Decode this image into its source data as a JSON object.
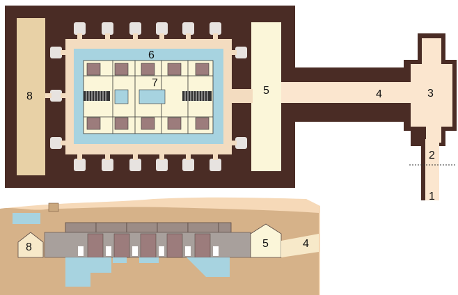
{
  "plan": {
    "labels": {
      "l1": "1",
      "l2": "2",
      "l3": "3",
      "l4": "4",
      "l5": "5",
      "l6": "6",
      "l7": "7",
      "l8": "8"
    }
  },
  "section": {
    "labels": {
      "l8": "8",
      "l5": "5",
      "l4": "4"
    }
  },
  "colors": {
    "rock": "#4a2c25",
    "sand": "#e8d1a6",
    "pale": "#fbe6cf",
    "cream": "#fbf6d9",
    "water": "#a7d3e0",
    "stone": "#9c7c7c",
    "soil": "#d6b289",
    "sky": "#f6d9b8"
  }
}
